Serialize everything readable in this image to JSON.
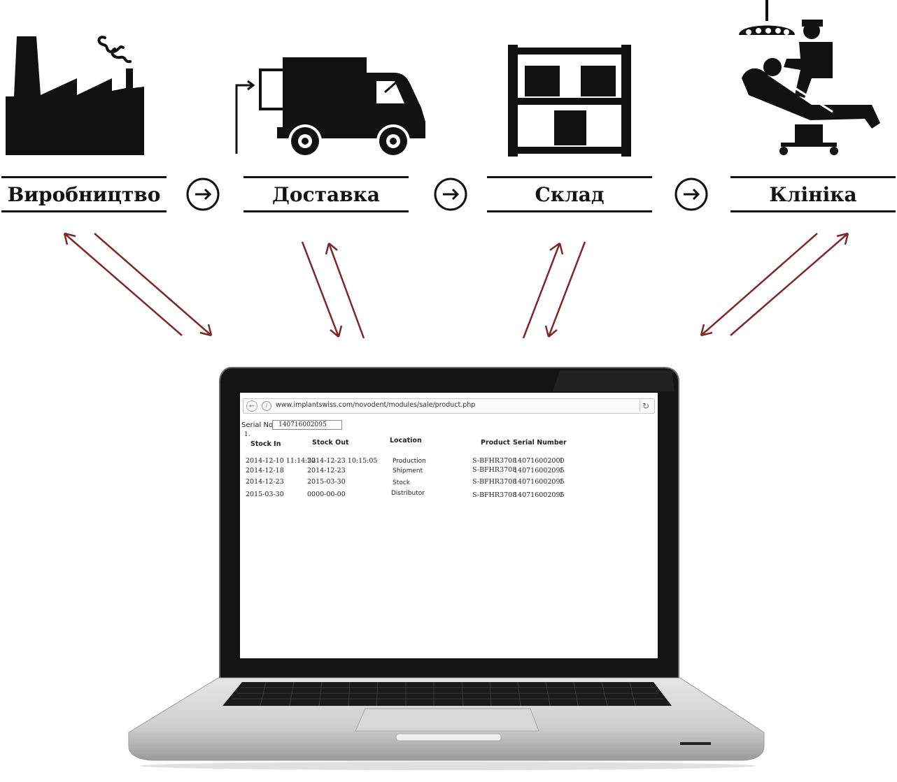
{
  "stages": [
    {
      "label": "Виробництво",
      "icon": "factory-icon"
    },
    {
      "label": "Доставка",
      "icon": "delivery-truck-icon"
    },
    {
      "label": "Склад",
      "icon": "warehouse-shelf-icon"
    },
    {
      "label": "Клініка",
      "icon": "dental-clinic-icon"
    }
  ],
  "colors": {
    "arrow": "#7a2a2a",
    "ink": "#111111"
  },
  "browser": {
    "url": "www.implantswiss.com/novodent/modules/sale/product.php"
  },
  "form": {
    "serial_label": "Serial No",
    "serial_value": "140716002095",
    "row_number": "1."
  },
  "table": {
    "headers": [
      "Stock In",
      "Stock Out",
      "Location",
      "Product",
      "Serial Number"
    ],
    "rows": [
      [
        "2014-12-10 11:14:52",
        "2014-12-23 10:15:05",
        "Production",
        "S-BFHR3708",
        "140716002000",
        "1"
      ],
      [
        "2014-12-18",
        "2014-12-23",
        "Shipment",
        "S-BFHR3708",
        "140716002095",
        "1"
      ],
      [
        "2014-12-23",
        "2015-03-30",
        "Stock",
        "S-BFHR3708",
        "140716002095",
        "1"
      ],
      [
        "2015-03-30",
        "0000-00-00",
        "Distributor",
        "S-BFHR3708",
        "140716002095",
        "1"
      ]
    ]
  }
}
